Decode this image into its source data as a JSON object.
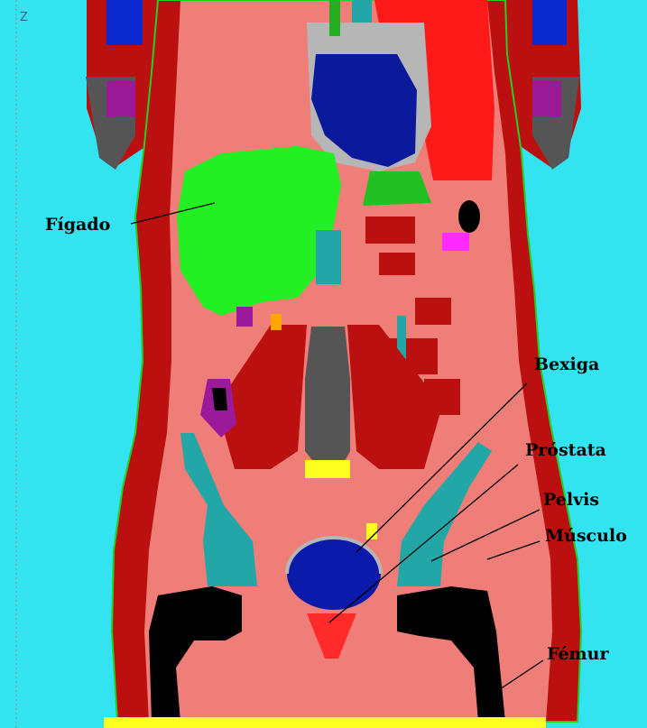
{
  "axis_indicator": "Z",
  "labels": {
    "figado": "Fígado",
    "bexiga": "Bexiga",
    "prostata": "Próstata",
    "pelvis": "Pelvis",
    "musculo": "Músculo",
    "femur": "Fémur"
  },
  "colors": {
    "background": "#33e3ef",
    "skin": "#f07e78",
    "muscle": "#bb1010",
    "liver": "#22f022",
    "bladder": "#0b1aaa",
    "bone": "#000000",
    "pelvis": "#22a6a6",
    "spine": "#555555",
    "lung_dark": "#0a1a9a",
    "lung_light": "#b6b6b6",
    "heart": "#ff1a1a",
    "prostate": "#ff2a2a"
  }
}
